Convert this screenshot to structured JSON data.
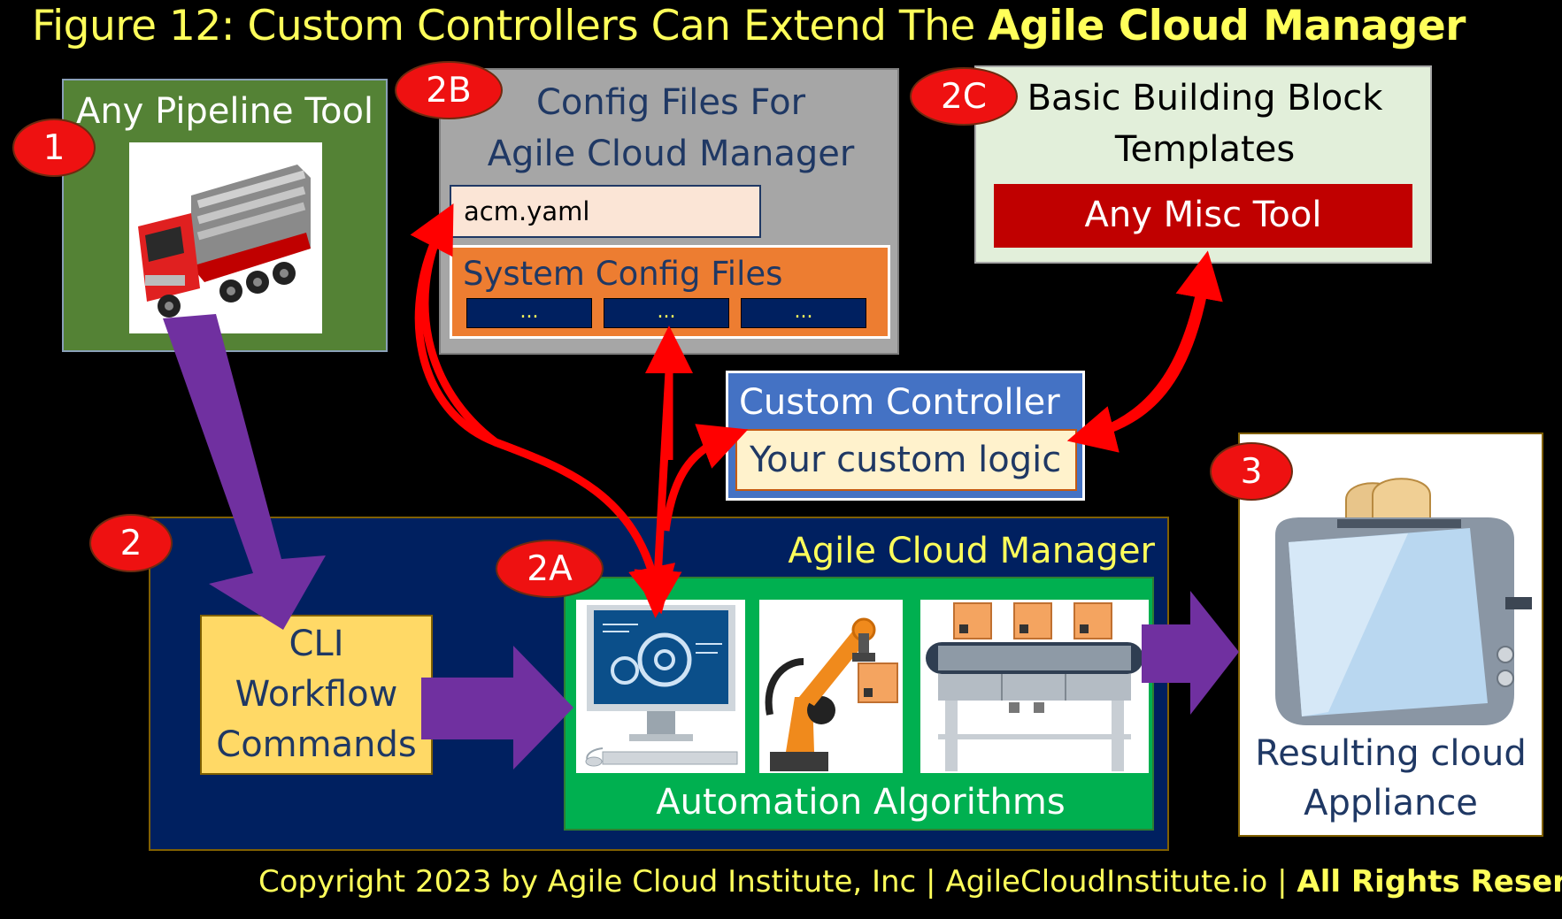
{
  "title": {
    "prefix": "Figure 12: Custom Controllers Can Extend The ",
    "emphasis": "Agile Cloud Manager"
  },
  "badges": {
    "b1": "1",
    "b2": "2",
    "b2a": "2A",
    "b2b": "2B",
    "b2c": "2C",
    "b3": "3"
  },
  "pipeline": {
    "label": "Any Pipeline Tool",
    "image": "red-pipe-truck-icon"
  },
  "config": {
    "title_line1": "Config Files For",
    "title_line2": "Agile Cloud Manager",
    "file": "acm.yaml",
    "system_label": "System Config Files",
    "items": [
      "...",
      "...",
      "..."
    ]
  },
  "templates": {
    "title_line1": "Basic Building Block",
    "title_line2": "Templates",
    "tool": "Any Misc Tool"
  },
  "controller": {
    "title": "Custom Controller",
    "logic": "Your custom logic"
  },
  "acm": {
    "label": "Agile Cloud Manager",
    "automation_label": "Automation Algorithms"
  },
  "cli": {
    "text": "CLI\nWorkflow\nCommands"
  },
  "result": {
    "line1": "Resulting cloud",
    "line2": "Appliance",
    "image": "toaster-icon"
  },
  "footer": {
    "text": "Copyright 2023 by Agile Cloud Institute, Inc | AgileCloudInstitute.io | ",
    "emphasis": "All Rights Reserved"
  },
  "colors": {
    "title": "#ffff5a",
    "pipeline_bg": "#548235",
    "config_bg": "#a6a6a6",
    "templates_bg": "#e2efda",
    "tool_bg": "#c00000",
    "controller_bg": "#4472c4",
    "acm_bg": "#002060",
    "automation_bg": "#00b050",
    "cli_bg": "#ffd966",
    "arrow_red": "#ff0000",
    "arrow_purple": "#7030a0",
    "badge": "#ee1111"
  }
}
